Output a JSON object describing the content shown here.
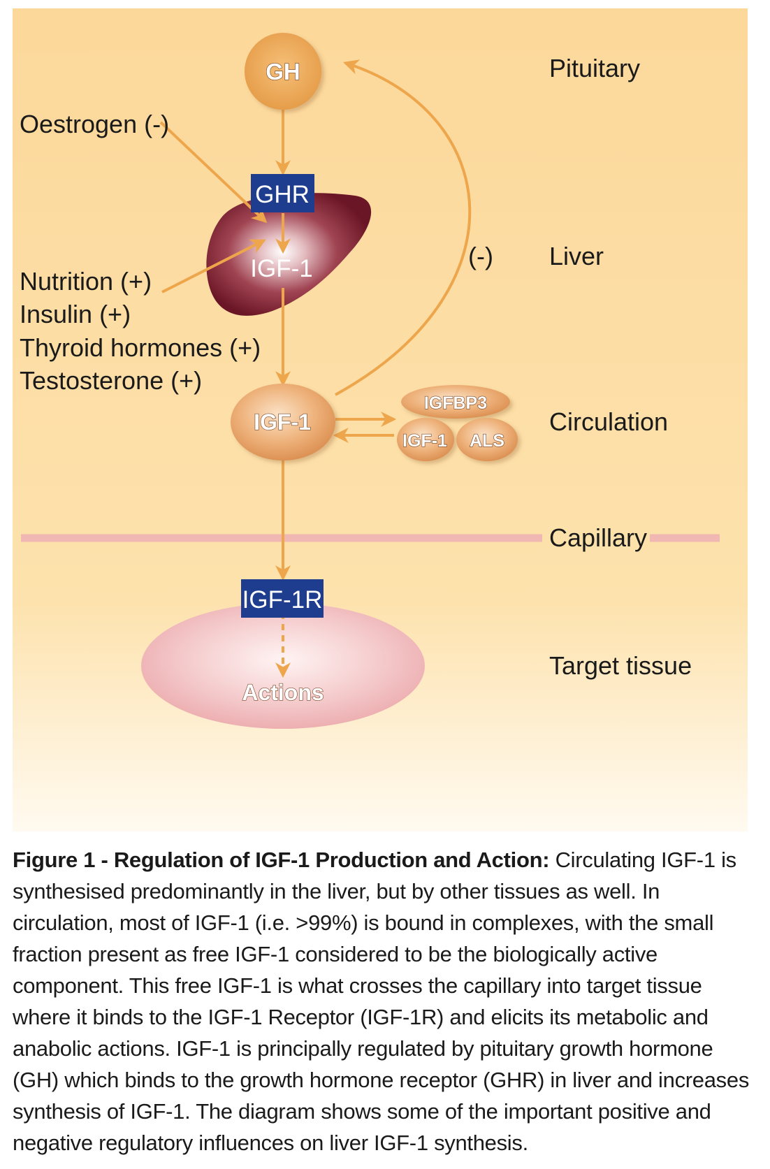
{
  "regions": {
    "pituitary": "Pituitary",
    "liver": "Liver",
    "circulation": "Circulation",
    "capillary": "Capillary",
    "target_tissue": "Target tissue"
  },
  "nodes": {
    "gh": "GH",
    "ghr": "GHR",
    "igf1_liver": "IGF-1",
    "igf1_circ": "IGF-1",
    "igfbp3": "IGFBP3",
    "igf1_complex": "IGF-1",
    "als": "ALS",
    "igf1r": "IGF-1R",
    "actions": "Actions"
  },
  "influences": {
    "oestrogen": "Oestrogen (-)",
    "nutrition": "Nutrition (+)",
    "insulin": "Insulin (+)",
    "thyroid": "Thyroid hormones (+)",
    "testosterone": "Testosterone (+)"
  },
  "feedback_label": "(-)",
  "caption": {
    "title": "Figure 1 - Regulation of IGF-1 Production and Action:",
    "body": " Circulating IGF-1 is synthesised predominantly in the liver, but by other tissues as well. In circulation, most of IGF-1 (i.e. >99%) is bound in complexes, with the small fraction present as free IGF-1 considered to be the biologically active component. This free IGF-1 is what crosses the capillary into target tissue where it binds to the IGF-1 Receptor (IGF-1R) and elicits its metabolic and anabolic actions. IGF-1 is principally regulated by pituitary growth hormone (GH) which binds to the growth hormone receptor (GHR) in liver and increases synthesis of IGF-1. The diagram shows some of the important positive and negative regulatory influences on liver IGF-1 synthesis."
  },
  "colors": {
    "background_top": "#fcd89a",
    "background_bottom": "#fffaf0",
    "arrow": "#eea64c",
    "node_fill": "#e9a565",
    "box_fill": "#1f3d8f",
    "liver_dark": "#7a1f2e",
    "tissue_fill": "#efb3b6",
    "capillary_line": "#f0b7b3"
  }
}
